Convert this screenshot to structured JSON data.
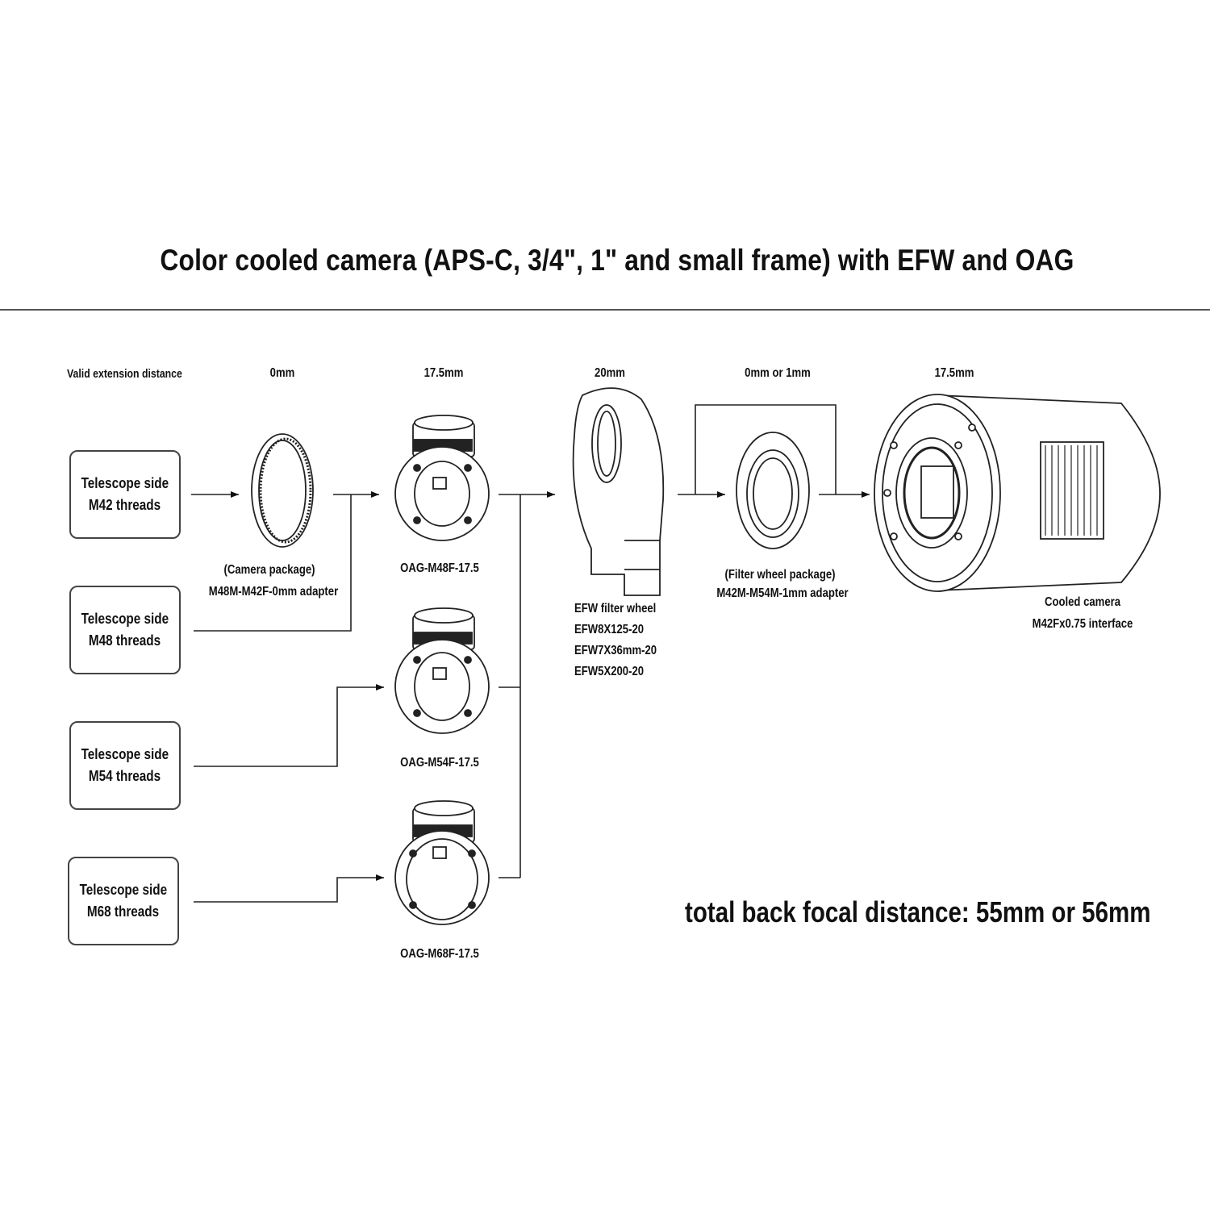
{
  "title": "Color cooled camera (APS-C, 3/4\", 1\" and small frame) with EFW and OAG",
  "distances": {
    "header": "Valid extension distance",
    "d1": "0mm",
    "d2": "17.5mm",
    "d3": "20mm",
    "d4": "0mm or 1mm",
    "d5": "17.5mm"
  },
  "telescope_sides": [
    {
      "line1": "Telescope side",
      "line2": "M42 threads"
    },
    {
      "line1": "Telescope side",
      "line2": "M48 threads"
    },
    {
      "line1": "Telescope side",
      "line2": "M54 threads"
    },
    {
      "line1": "Telescope side",
      "line2": "M68 threads"
    }
  ],
  "adapter1": {
    "line1": "(Camera package)",
    "line2": "M48M-M42F-0mm adapter"
  },
  "oag": [
    "OAG-M48F-17.5",
    "OAG-M54F-17.5",
    "OAG-M68F-17.5"
  ],
  "efw": {
    "line1": "EFW filter wheel",
    "line2": "EFW8X125-20",
    "line3": "EFW7X36mm-20",
    "line4": "EFW5X200-20"
  },
  "adapter2": {
    "line1": "(Filter wheel package)",
    "line2": "M42M-M54M-1mm adapter"
  },
  "camera": {
    "line1": "Cooled camera",
    "line2": "M42Fx0.75 interface"
  },
  "total": "total back focal distance: 55mm or 56mm"
}
